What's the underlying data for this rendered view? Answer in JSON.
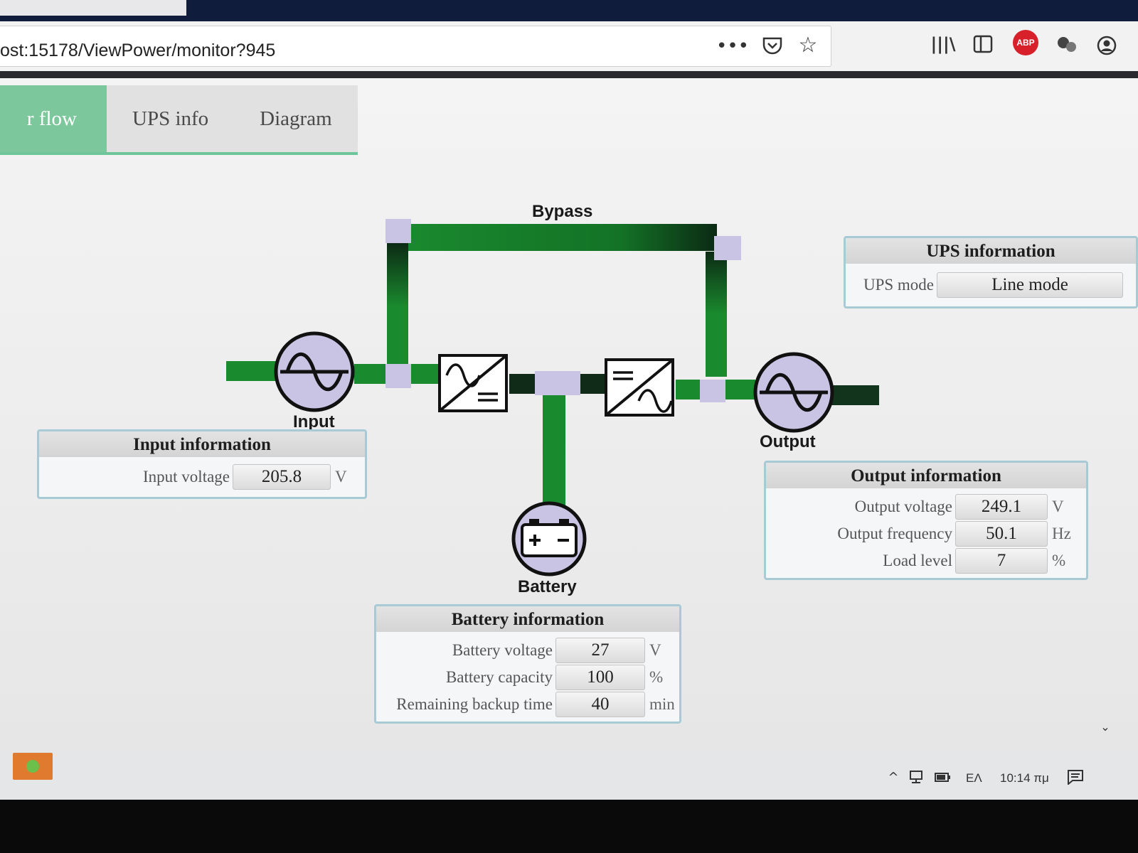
{
  "browser": {
    "url": "ost:15178/ViewPower/monitor?945",
    "icons": [
      "more-icon",
      "pocket-icon",
      "bookmark-star-icon",
      "library-icon",
      "sidebar-icon",
      "adblock-icon",
      "extension-icon",
      "account-icon"
    ],
    "adblock_label": "ABP"
  },
  "tabs": [
    {
      "label": "r flow",
      "active": true
    },
    {
      "label": "UPS info",
      "active": false
    },
    {
      "label": "Diagram",
      "active": false
    }
  ],
  "diagram": {
    "bypass_label": "Bypass",
    "input_label": "Input",
    "output_label": "Output",
    "battery_label": "Battery",
    "line_color": "#1a8a2e",
    "node_color": "#c9c4e3"
  },
  "ups_info": {
    "title": "UPS information",
    "mode_label": "UPS mode",
    "mode_value": "Line mode"
  },
  "input_info": {
    "title": "Input information",
    "voltage_label": "Input voltage",
    "voltage_value": "205.8",
    "voltage_unit": "V"
  },
  "output_info": {
    "title": "Output information",
    "rows": [
      {
        "label": "Output voltage",
        "value": "249.1",
        "unit": "V"
      },
      {
        "label": "Output frequency",
        "value": "50.1",
        "unit": "Hz"
      },
      {
        "label": "Load level",
        "value": "7",
        "unit": "%"
      }
    ]
  },
  "battery_info": {
    "title": "Battery information",
    "rows": [
      {
        "label": "Battery voltage",
        "value": "27",
        "unit": "V"
      },
      {
        "label": "Battery capacity",
        "value": "100",
        "unit": "%"
      },
      {
        "label": "Remaining backup time",
        "value": "40",
        "unit": "min"
      }
    ]
  },
  "taskbar": {
    "language": "ΕΛ",
    "time": "10:14 πμ"
  }
}
